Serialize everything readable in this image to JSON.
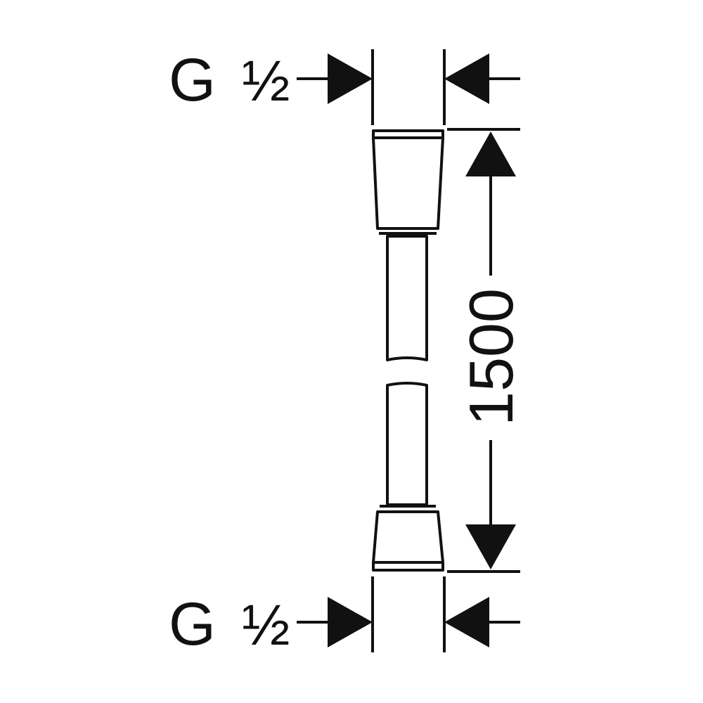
{
  "drawing": {
    "top_thread_letter": "G",
    "top_thread_size": "½",
    "bottom_thread_letter": "G",
    "bottom_thread_size": "½",
    "hose_length": "1500",
    "line_color": "#111111",
    "background_color": "#ffffff"
  }
}
